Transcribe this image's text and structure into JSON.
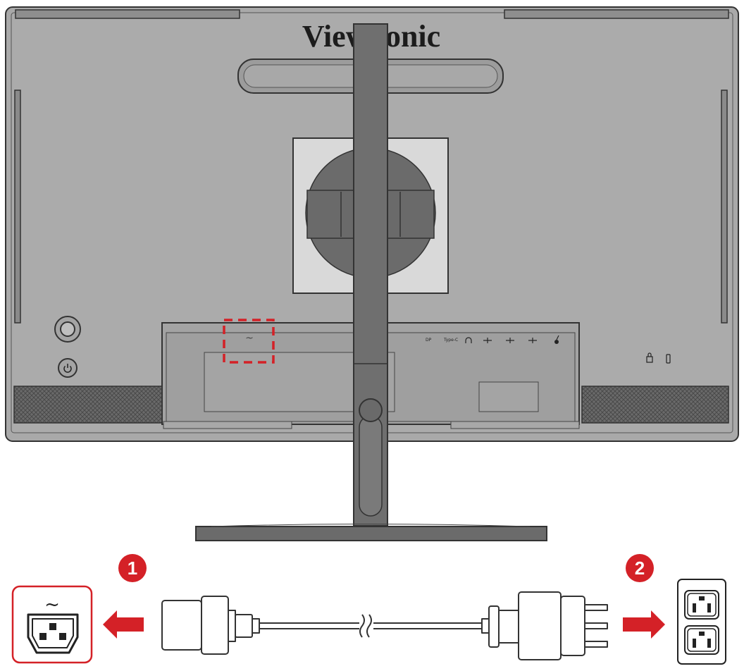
{
  "brand": {
    "logo_text": "ViewSonic"
  },
  "ports": {
    "dp_label": "DP",
    "typec_label": "Type-C",
    "ac_symbol": "~"
  },
  "steps": [
    {
      "number": "1"
    },
    {
      "number": "2"
    }
  ],
  "icons": {
    "power": "power-icon",
    "inlet": "ac-power-inlet-icon",
    "outlet": "wall-outlet-icon",
    "arrow": "arrow-icon"
  },
  "colors": {
    "accent_red": "#d42127",
    "monitor_gray": "#a8a8a8",
    "dark_gray": "#5e5e5e"
  }
}
